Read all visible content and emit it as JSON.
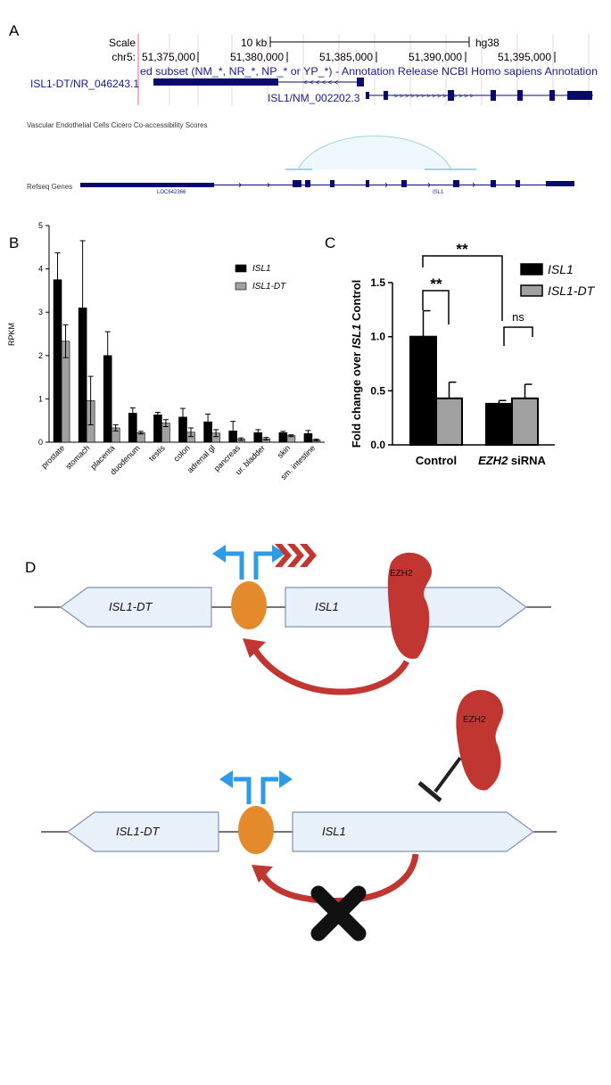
{
  "panelA": {
    "letter": "A",
    "scale_label": "Scale",
    "scale_value": "10 kb",
    "assembly": "hg38",
    "chrom_label": "chr5:",
    "coords": [
      "51,375,000",
      "51,380,000",
      "51,385,000",
      "51,390,000",
      "51,395,000"
    ],
    "annotation_text": "ed subset (NM_*, NR_*, NP_* or YP_*) - Annotation Release NCBI Homo sapiens Annotation",
    "track1_label": "ISL1-DT/NR_046243.1",
    "track2_label": "ISL1/NM_002202.3",
    "cicero_title": "Vascular Endothelial Cells Cicero Co-accessibility Scores",
    "refseq_label": "Refseq Genes",
    "gene_left_label": "LOC642366",
    "gene_right_label": "ISL1"
  },
  "panelB": {
    "letter": "B",
    "chart_data": {
      "type": "bar",
      "ylabel": "RPKM",
      "ylim": [
        0,
        5
      ],
      "yticks": [
        "0",
        "1",
        "2",
        "3",
        "4",
        "5"
      ],
      "categories": [
        "prostate",
        "stomach",
        "placenta",
        "duodenum",
        "testis",
        "colon",
        "adrenal gl",
        "pancreas",
        "ur. bladder",
        "skin",
        "sm. intestine"
      ],
      "series": [
        {
          "name": "ISL1",
          "color": "#000000",
          "values": [
            3.75,
            3.1,
            2.0,
            0.67,
            0.63,
            0.58,
            0.47,
            0.26,
            0.22,
            0.22,
            0.2
          ],
          "errors": [
            0.62,
            1.55,
            0.55,
            0.12,
            0.06,
            0.2,
            0.18,
            0.22,
            0.07,
            0.03,
            0.07
          ]
        },
        {
          "name": "ISL1-DT",
          "color": "#a0a0a0",
          "values": [
            2.33,
            0.96,
            0.33,
            0.22,
            0.44,
            0.23,
            0.21,
            0.07,
            0.08,
            0.15,
            0.05
          ],
          "errors": [
            0.38,
            0.56,
            0.07,
            0.03,
            0.08,
            0.1,
            0.08,
            0.03,
            0.03,
            0.02,
            0.02
          ]
        }
      ]
    }
  },
  "panelC": {
    "letter": "C",
    "chart_data": {
      "type": "bar",
      "ylabel_prefix": "Fold change over ",
      "ylabel_italic": "ISL1",
      "ylabel_suffix": " Control",
      "ylim": [
        0,
        1.5
      ],
      "yticks": [
        "0.0",
        "0.5",
        "1.0",
        "1.5"
      ],
      "categories": [
        {
          "label": "Control",
          "italic": "",
          "rest": "Control"
        },
        {
          "label": "EZH2 siRNA",
          "italic": "EZH2",
          "rest": " siRNA"
        }
      ],
      "series": [
        {
          "name": "ISL1",
          "color": "#000000",
          "values": [
            1.0,
            0.38
          ],
          "errors": [
            0.24,
            0.03
          ]
        },
        {
          "name": "ISL1-DT",
          "color": "#a0a0a0",
          "values": [
            0.43,
            0.43
          ],
          "errors": [
            0.15,
            0.13
          ]
        }
      ],
      "annotations": [
        "**",
        "**",
        "ns"
      ]
    }
  },
  "panelD": {
    "letter": "D",
    "top": {
      "gene_left": "ISL1-DT",
      "gene_right": "ISL1",
      "ezh2": "EZH2"
    },
    "bottom": {
      "gene_left": "ISL1-DT",
      "gene_right": "ISL1",
      "ezh2": "EZH2"
    }
  }
}
